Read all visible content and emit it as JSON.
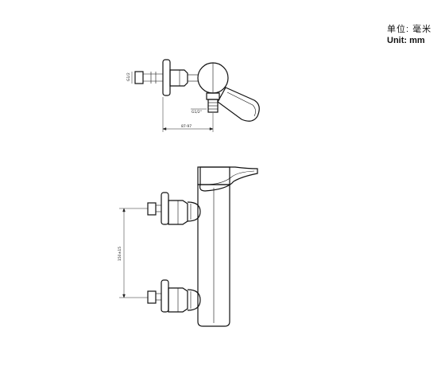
{
  "units": {
    "label_cn": "单位: 毫米",
    "label_en": "Unit: mm"
  },
  "top_view": {
    "dim_thread_label": "G1/2",
    "dim_inlet_label": "G1/2\"",
    "dim_depth_label": "87-97"
  },
  "front_view": {
    "dim_centers_label": "150±15"
  }
}
